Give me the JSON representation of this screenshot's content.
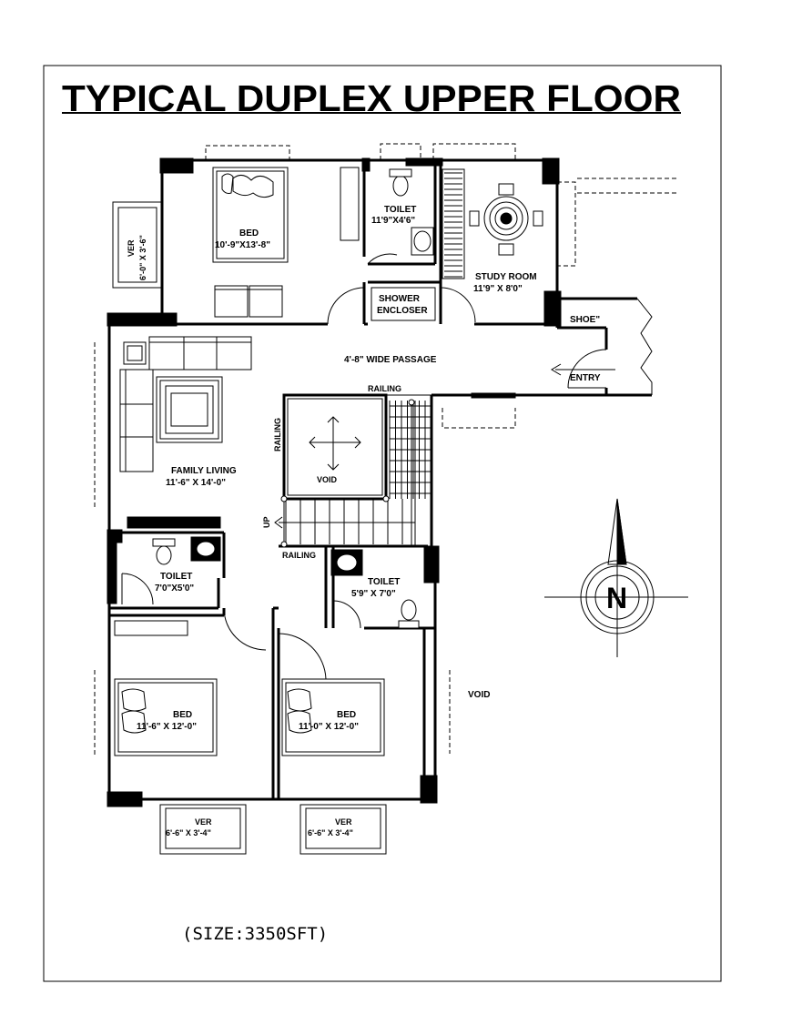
{
  "title": "TYPICAL DUPLEX UPPER FLOOR",
  "size_note": "(SIZE:3350SFT)",
  "north_label": "N",
  "void_outside": "VOID",
  "rooms": {
    "bed_top": {
      "name": "BED",
      "size": "10'-9\"X13'-8\""
    },
    "toilet_top": {
      "name": "TOILET",
      "size": "11'9\"X4'6\""
    },
    "study": {
      "name": "STUDY ROOM",
      "size": "11'9\" X 8'0\""
    },
    "shower": {
      "line1": "SHOWER",
      "line2": "ENCLOSER"
    },
    "shoe": "SHOE\"",
    "passage": "4'-8\" WIDE PASSAGE",
    "entry": "ENTRY",
    "family": {
      "name": "FAMILY LIVING",
      "size": "11'-6\" X 14'-0\""
    },
    "railing_top": "RAILING",
    "railing_left": "RAILING",
    "railing_bottom": "RAILING",
    "void_center": "VOID",
    "up": "UP",
    "toilet_left": {
      "name": "TOILET",
      "size": "7'0\"X5'0\""
    },
    "toilet_mid": {
      "name": "TOILET",
      "size": "5'9\" X 7'0\""
    },
    "bed_left": {
      "name": "BED",
      "size": "11'-6\" X 12'-0\""
    },
    "bed_right": {
      "name": "BED",
      "size": "11'-0\" X 12'-0\""
    },
    "ver_top": "VER",
    "ver_top_size": "6'-0\" X 3'-6\"",
    "ver_left": {
      "name": "VER",
      "size": "6'-6\" X 3'-4\""
    },
    "ver_right": {
      "name": "VER",
      "size": "6'-6\" X 3'-4\""
    }
  }
}
